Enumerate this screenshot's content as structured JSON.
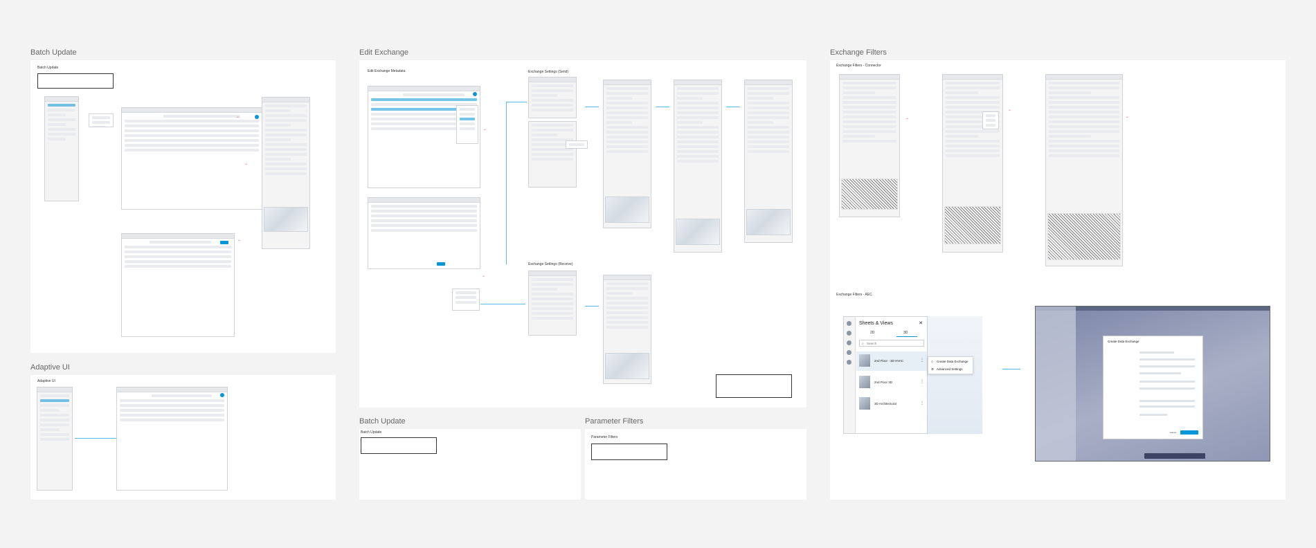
{
  "sections": {
    "batch_update": "Batch Update",
    "edit_exchange": "Edit Exchange",
    "exchange_filters": "Exchange Filters",
    "adaptive_ui": "Adaptive UI",
    "batch_update_2": "Batch Update",
    "parameter_filters": "Parameter Filters"
  },
  "boards": {
    "batch_update": "Batch Update",
    "edit_exchange_metadata": "Edit Exchange Metadata",
    "settings_send": "Exchange Settings (Send)",
    "settings_receive": "Exchange Settings (Receive)",
    "filters_connector": "Exchange Filters - Connector",
    "filters_aec": "Exchange Filters - AEC",
    "adaptive_ui": "Adaptive UI",
    "batch_update_2": "Batch Update",
    "parameter_filters": "Parameter Filters"
  },
  "sheets_views": {
    "title": "Sheets & Views",
    "tab_2d": "2D",
    "tab_3d": "3D",
    "search_placeholder": "Search",
    "items": [
      "2nd Floor - 3D HVAC",
      "2nd Floor 3D",
      "3D Architectural"
    ]
  },
  "context_menu": {
    "create": "Create Data Exchange",
    "advanced": "Advanced Settings"
  },
  "modal": {
    "title": "Create Data Exchange",
    "cancel": "Cancel"
  },
  "colors": {
    "accent": "#0696d7",
    "annotation": "#e0305c",
    "connector": "#56bbe6"
  }
}
